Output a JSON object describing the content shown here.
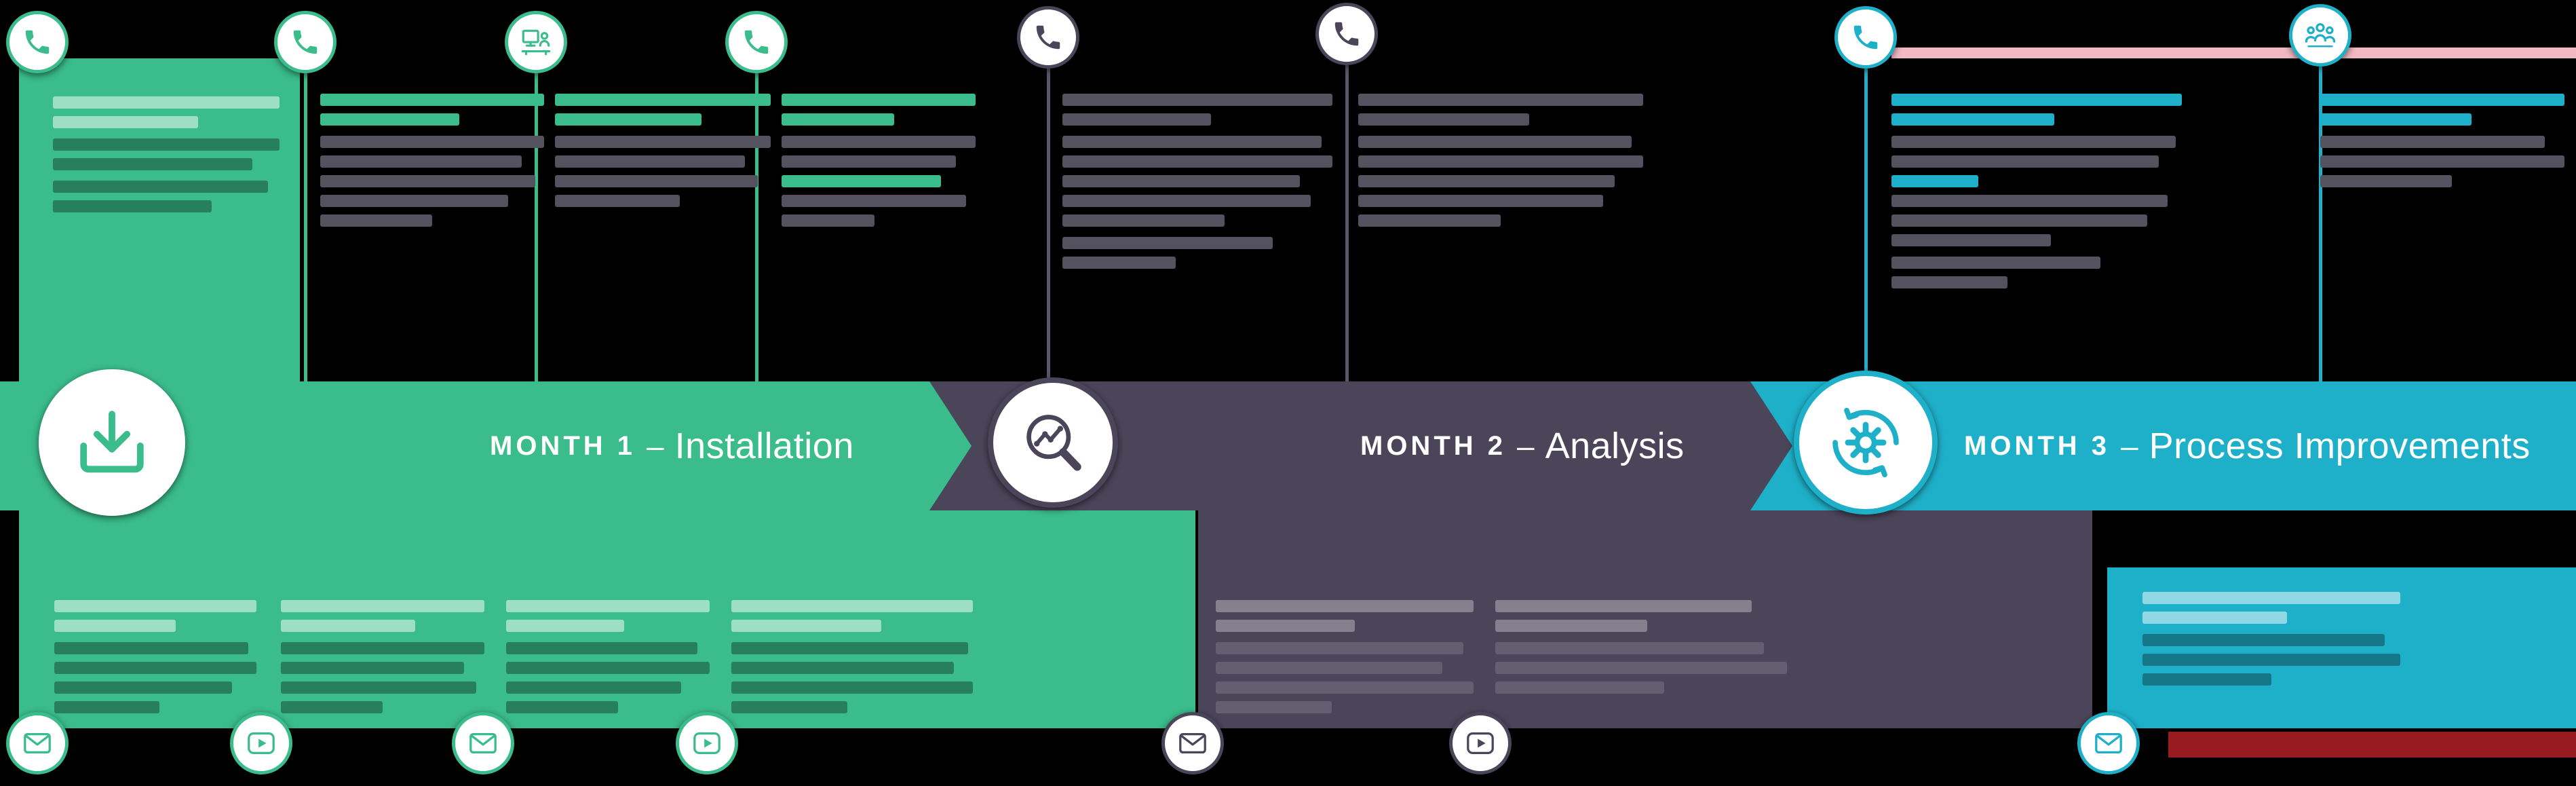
{
  "months": [
    {
      "prefix": "MONTH 1",
      "separator": "–",
      "name": "Installation"
    },
    {
      "prefix": "MONTH 2",
      "separator": "–",
      "name": "Analysis"
    },
    {
      "prefix": "MONTH 3",
      "separator": "–",
      "name": "Process Improvements"
    }
  ],
  "theme": {
    "green": "#3abc8c",
    "dark": "#4a4559",
    "teal": "#1fb0c9",
    "gray": "#53525e",
    "red": "#971b20",
    "pink": "#f2b9c3",
    "white": "#ffffff",
    "bg": "#000000"
  },
  "icons": {
    "top_row": [
      "phone",
      "phone",
      "workstation",
      "phone",
      "phone",
      "phone",
      "phone",
      "team"
    ],
    "junctions": [
      "download",
      "magnifier-chart",
      "process-gears"
    ],
    "bottom_row": [
      "mail",
      "video",
      "mail",
      "video",
      "mail",
      "video",
      "mail"
    ]
  }
}
